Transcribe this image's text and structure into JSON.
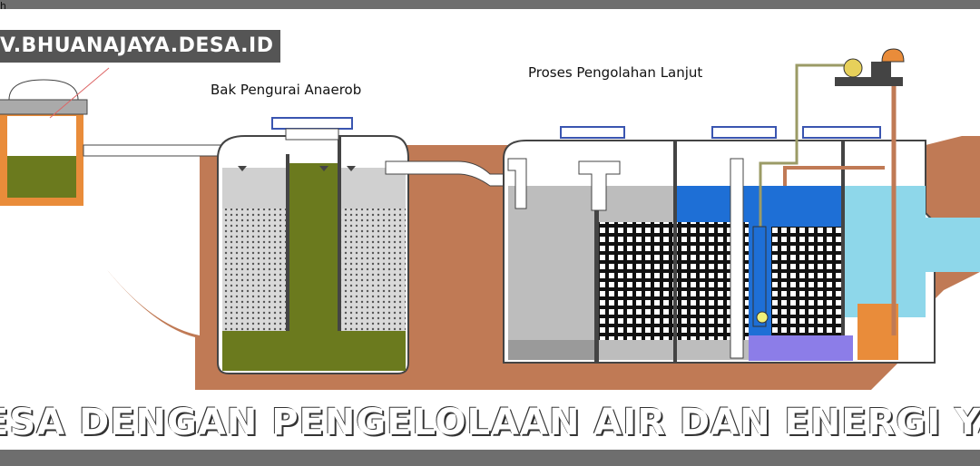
{
  "watermark": {
    "top_fragment": "h",
    "site": "V.BHUANAJAYA.DESA.ID"
  },
  "labels": {
    "anaerobic_tank": "Bak Pengurai Anaerob",
    "advanced_process": "Proses Pengolahan Lanjut"
  },
  "banner": {
    "text": "ESA DENGAN PENGELOLAAN AIR DAN ENERGI YANG EFISIEN"
  },
  "colors": {
    "soil": "#c07a55",
    "sludge": "#6b7a1e",
    "water_blue": "#1e6fd6",
    "light_blue": "#8ed7ea",
    "frame_gray": "#6e6e6e"
  }
}
